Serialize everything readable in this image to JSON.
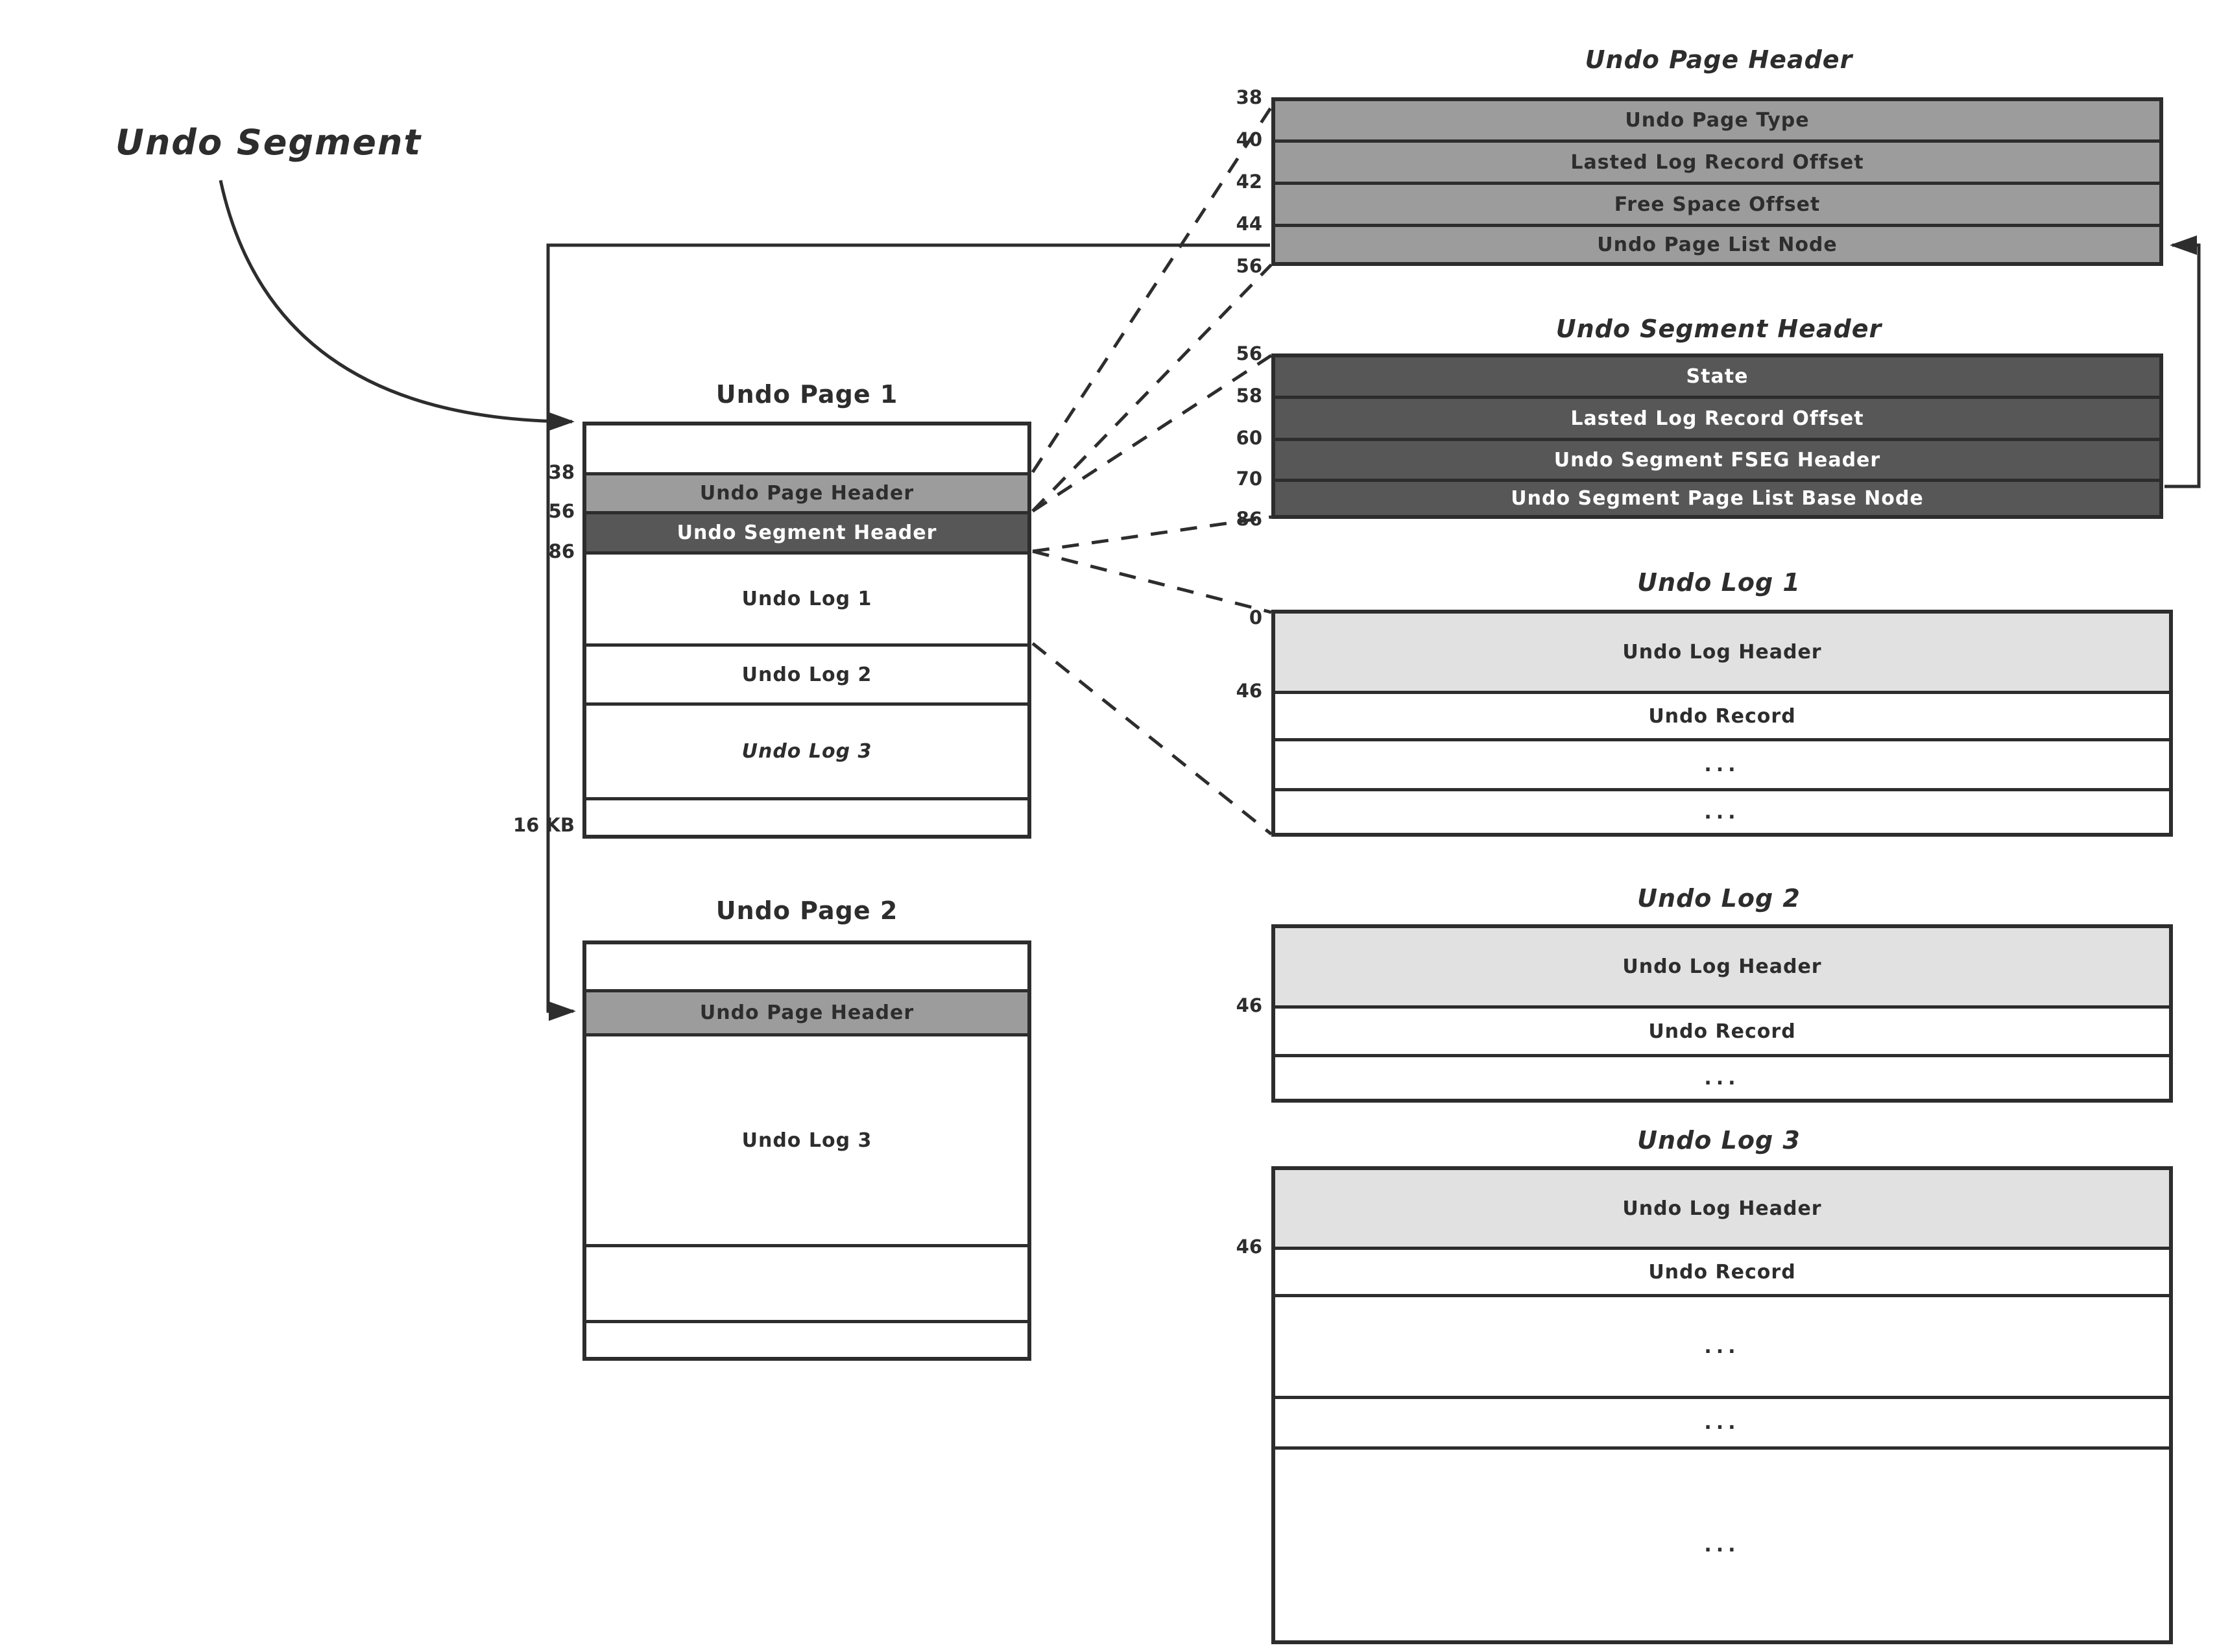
{
  "diagram_title": "Undo Segment",
  "colors": {
    "page_header_fill": "#9c9c9c",
    "segment_header_fill": "#575757",
    "log_header_fill": "#e1e1e1",
    "line": "#2d2d2d",
    "background": "#ffffff"
  },
  "undo_page_1": {
    "title": "Undo Page 1",
    "rows": [
      "",
      "Undo Page Header",
      "Undo Segment Header",
      "Undo Log 1",
      "Undo Log 2",
      "Undo Log 3",
      ""
    ],
    "offsets": [
      "38",
      "56",
      "86"
    ],
    "size_label": "16 KB"
  },
  "undo_page_2": {
    "title": "Undo Page 2",
    "rows": [
      "",
      "Undo Page Header",
      "Undo Log 3",
      "",
      ""
    ]
  },
  "undo_page_header_detail": {
    "title": "Undo Page Header",
    "rows": [
      "Undo Page Type",
      "Lasted Log Record Offset",
      "Free Space Offset",
      "Undo Page List Node"
    ],
    "offsets": [
      "38",
      "40",
      "42",
      "44",
      "56"
    ]
  },
  "undo_segment_header_detail": {
    "title": "Undo Segment Header",
    "rows": [
      "State",
      "Lasted Log Record Offset",
      "Undo Segment FSEG Header",
      "Undo Segment Page List Base Node"
    ],
    "offsets": [
      "56",
      "58",
      "60",
      "70",
      "86"
    ]
  },
  "undo_log_1_detail": {
    "title": "Undo Log 1",
    "rows": [
      "Undo Log Header",
      "Undo Record",
      "...",
      "..."
    ],
    "offsets": [
      "0",
      "46"
    ]
  },
  "undo_log_2_detail": {
    "title": "Undo Log 2",
    "rows": [
      "Undo Log Header",
      "Undo Record",
      "..."
    ],
    "offsets": [
      "46"
    ]
  },
  "undo_log_3_detail": {
    "title": "Undo Log 3",
    "rows": [
      "Undo Log Header",
      "Undo Record",
      "...",
      "...",
      "..."
    ],
    "offsets": [
      "46"
    ]
  }
}
